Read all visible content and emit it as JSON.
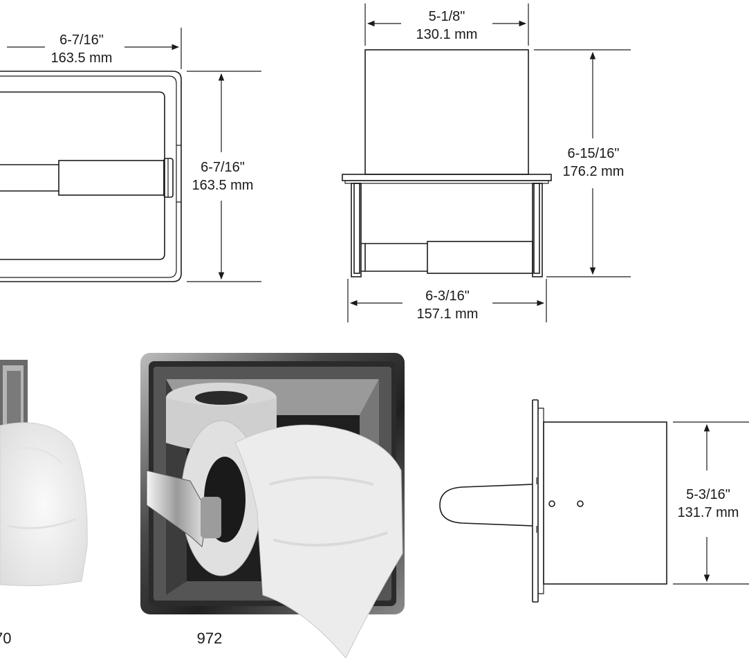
{
  "dimensions": {
    "front_width": {
      "imperial": "6-7/16\"",
      "metric": "163.5 mm"
    },
    "front_height": {
      "imperial": "6-7/16\"",
      "metric": "163.5 mm"
    },
    "top_width": {
      "imperial": "5-1/8\"",
      "metric": "130.1 mm"
    },
    "side_height": {
      "imperial": "6-15/16\"",
      "metric": "176.2 mm"
    },
    "side_width": {
      "imperial": "6-3/16\"",
      "metric": "157.1 mm"
    },
    "profile_height": {
      "imperial": "5-3/16\"",
      "metric": "131.7 mm"
    }
  },
  "models": {
    "left_label_partial": "70",
    "center_label": "972"
  },
  "colors": {
    "line": "#1a1a1a",
    "chrome_dark": "#3a3a3a",
    "chrome_light": "#d9d9d9",
    "paper": "#f2f2f2"
  }
}
